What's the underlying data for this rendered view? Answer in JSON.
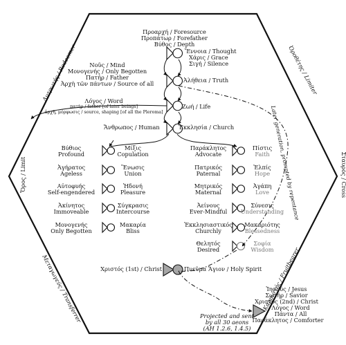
{
  "pleroma": {
    "top": [
      "Προαρχή / Foresource",
      "Προπάτωρ / Forefather",
      "Βύθος / Depth"
    ],
    "ennoia": [
      "Ἔννοια / Thought",
      "Χάρις / Grace",
      "Σιγή / Silence"
    ],
    "nous": [
      "Νοῦς / Mind",
      "Μονογενής / Only Begotten",
      "Πατήρ / Father",
      "Ἀρχὴ τῶν πάντων / Source of all"
    ],
    "aletheia": "Ἀλήθεια / Truth",
    "logos": [
      "Λόγος / Word",
      "πατὴρ / father [of later beings]",
      "ἀρχὴ, μόρφωσις / source, shaping [of all the Pleroma]"
    ],
    "zoe": "Ζωή / Life",
    "anthropos": "Ἄνθρωπος / Human",
    "ekklesia": "Ἐκκλησία / Church"
  },
  "decad": [
    {
      "m": [
        "Βύθιος",
        "Profound"
      ],
      "f": [
        "Μίξις",
        "Copulation"
      ]
    },
    {
      "m": [
        "Ἀγήρατος",
        "Ageless"
      ],
      "f": [
        "Ἕνωσις",
        "Union"
      ]
    },
    {
      "m": [
        "Αὐτοφυής",
        "Self-engendered"
      ],
      "f": [
        "Ἡδονή",
        "Pleasure"
      ]
    },
    {
      "m": [
        "Ἀκίνητος",
        "Immoveable"
      ],
      "f": [
        "Σύγκρασις",
        "Intercourse"
      ]
    },
    {
      "m": [
        "Μονογενής",
        "Only Begotten"
      ],
      "f": [
        "Μακαρία",
        "Bliss"
      ]
    }
  ],
  "dodecad": [
    {
      "m": [
        "Παράκλητος",
        "Advocate"
      ],
      "f": [
        "Πίστις",
        "Faith"
      ]
    },
    {
      "m": [
        "Πατρικός",
        "Paternal"
      ],
      "f": [
        "Ἐλπίς",
        "Hope"
      ]
    },
    {
      "m": [
        "Μητρικός",
        "Maternal"
      ],
      "f": [
        "Ἀγάπη",
        "Love"
      ]
    },
    {
      "m": [
        "Ἀείνους",
        "Ever-Mindful"
      ],
      "f": [
        "Σύνεσις",
        "Understanding"
      ]
    },
    {
      "m": [
        "Ἐκκλησιαστικός",
        "Churchly"
      ],
      "f": [
        "Μακαριότης",
        "Blessedness"
      ]
    },
    {
      "m": [
        "Θελητός",
        "Desired"
      ],
      "f": [
        "Σοφία",
        "Wisdom"
      ]
    }
  ],
  "christ": "Χριστός (1st) / Christ",
  "spirit": "Πνεῦμα Ἅγιον / Holy Spirit",
  "jesus": [
    "Ἰησοῦς / Jesus",
    "Σωτήρ / Savior",
    "Χριστός (2nd) / Christ",
    "Λόγος / Word",
    "Πάντα / All",
    "Παράκλητος / Comforter"
  ],
  "projected": [
    "Projected and sent",
    "by all 30 aeons",
    "(AH 1.2.6, 1.4.5)"
  ],
  "later_gen": "Later generation, prompted by repentance",
  "edges": {
    "redeemer": "Λυτρωτής / Redeemer",
    "limiter": "Ὁροθέτης / Limiter",
    "limit": "Ὅρος / Limit",
    "cross": "Σταυρός / Cross",
    "transferrer": "Μεταγωγεύς / Transferrer",
    "fruitbearer": "Καρπιστής / Fruitbearer"
  },
  "colors": {
    "ink": "#111111",
    "gray_fill": "#a6a6a6",
    "wisdom_gray": "#777777"
  }
}
